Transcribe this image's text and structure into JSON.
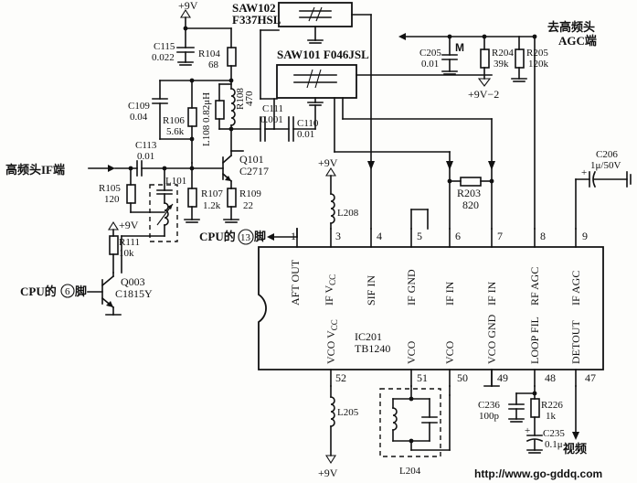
{
  "ic": {
    "ref": "IC201",
    "part": "TB1240"
  },
  "pins": {
    "p1": {
      "num": "1",
      "name": "AFT OUT"
    },
    "p3": {
      "num": "3",
      "name": "IF V",
      "sub": "CC"
    },
    "p4": {
      "num": "4",
      "name": "SIF IN"
    },
    "p5": {
      "num": "5",
      "name": "IF GND"
    },
    "p6": {
      "num": "6",
      "name": "IF IN"
    },
    "p7": {
      "num": "7",
      "name": "IF IN"
    },
    "p8": {
      "num": "8",
      "name": "RF AGC"
    },
    "p9": {
      "num": "9",
      "name": "IF AGC"
    },
    "p52": {
      "num": "52",
      "name": "VCO V",
      "sub": "CC"
    },
    "p51": {
      "num": "51",
      "name": "VCO"
    },
    "p50": {
      "num": "50",
      "name": "VCO"
    },
    "p49": {
      "num": "49",
      "name": "VCO GND"
    },
    "p48": {
      "num": "48",
      "name": "LOOP FIL"
    },
    "p47": {
      "num": "47",
      "name": "DETOUT"
    }
  },
  "saw102": {
    "ref": "SAW102",
    "part": "F337HSL"
  },
  "saw101": {
    "label": "SAW101 F046JSL"
  },
  "supplies": {
    "vcc_top": "+9V",
    "vcc_mid": "+9V",
    "vcc_q003": "+9V",
    "vcc_bot": "+9V",
    "vcc_agc": "+9V−2"
  },
  "resistors": {
    "r104": {
      "ref": "R104",
      "val": "68"
    },
    "r106": {
      "ref": "R106",
      "val": "5.6k"
    },
    "r108": {
      "ref": "R108",
      "val": "470"
    },
    "r105": {
      "ref": "R105",
      "val": "120"
    },
    "r107": {
      "ref": "R107",
      "val": "1.2k"
    },
    "r109": {
      "ref": "R109",
      "val": "22"
    },
    "r111": {
      "ref": "R111",
      "val": "10k"
    },
    "r203": {
      "ref": "R203",
      "val": "820"
    },
    "r204": {
      "ref": "R204",
      "val": "39k"
    },
    "r205": {
      "ref": "R205",
      "val": "120k"
    },
    "r226": {
      "ref": "R226",
      "val": "1k"
    }
  },
  "capacitors": {
    "c115": {
      "ref": "C115",
      "val": "0.022"
    },
    "c109": {
      "ref": "C109",
      "val": "0.04"
    },
    "c111": {
      "ref": "C111",
      "val": "0.001"
    },
    "c110": {
      "ref": "C110",
      "val": "0.01"
    },
    "c113": {
      "ref": "C113",
      "val": "0.01"
    },
    "c205": {
      "ref": "C205",
      "val": "0.01"
    },
    "c206": {
      "ref": "C206",
      "val": "1μ/50V"
    },
    "c236": {
      "ref": "C236",
      "val": "100p"
    },
    "c235": {
      "ref": "C235",
      "val": "0.1μ"
    }
  },
  "inductors": {
    "l108": {
      "text": "L108 0.82μH"
    },
    "l101": {
      "ref": "L101"
    },
    "l208": {
      "ref": "L208"
    },
    "l205": {
      "ref": "L205"
    },
    "l204": {
      "ref": "L204"
    }
  },
  "transistors": {
    "q101": {
      "ref": "Q101",
      "part": "C2717"
    },
    "q003": {
      "ref": "Q003",
      "part": "C1815Y"
    }
  },
  "labels": {
    "tuner_if": "高频头IF端",
    "cpu13_pre": "CPU的",
    "cpu13_num": "13",
    "cpu13_post": "脚",
    "cpu6_pre": "CPU的",
    "cpu6_num": "6",
    "cpu6_post": "脚",
    "agc_line1": "去高频头",
    "agc_line2": "AGC端",
    "m_mark": "M",
    "video": "视频",
    "website": "http://www.go-gddq.com"
  }
}
